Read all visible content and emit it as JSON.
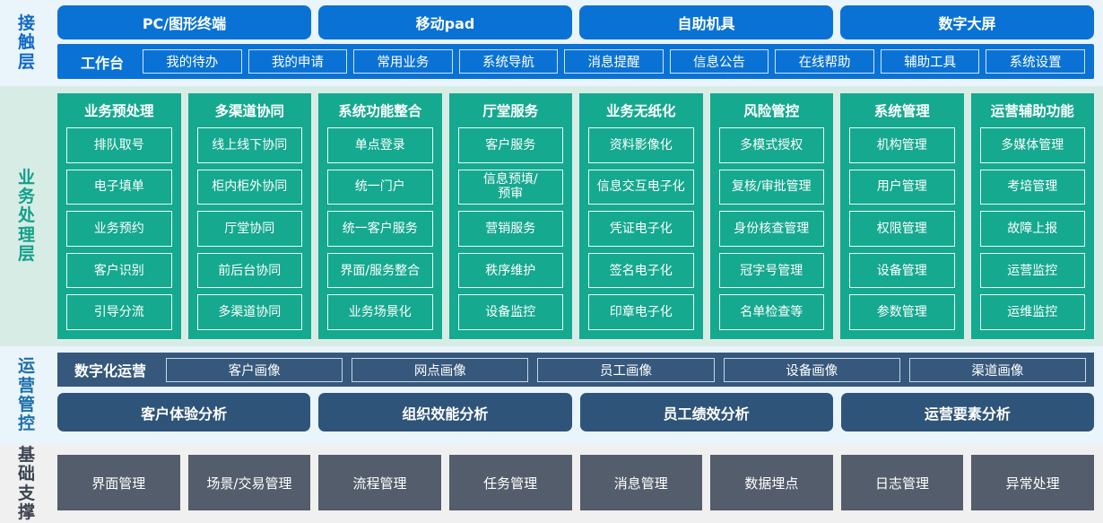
{
  "layers": {
    "contact": {
      "label": "接触层",
      "label_color": "#1068c4",
      "channels": [
        "PC/图形终端",
        "移动pad",
        "自助机具",
        "数字大屏"
      ],
      "nav_title": "工作台",
      "nav_items": [
        "我的待办",
        "我的申请",
        "常用业务",
        "系统导航",
        "消息提醒",
        "信息公告",
        "在线帮助",
        "辅助工具",
        "系统设置"
      ]
    },
    "business": {
      "label": "业务处理层",
      "label_color": "#11a08a",
      "block_color": "#15a98f",
      "columns": [
        {
          "title": "业务预处理",
          "items": [
            "排队取号",
            "电子填单",
            "业务预约",
            "客户识别",
            "引导分流"
          ]
        },
        {
          "title": "多渠道协同",
          "items": [
            "线上线下协同",
            "柜内柜外协同",
            "厅堂协同",
            "前后台协同",
            "多渠道协同"
          ]
        },
        {
          "title": "系统功能整合",
          "items": [
            "单点登录",
            "统一门户",
            "统一客户服务",
            "界面/服务整合",
            "业务场景化"
          ]
        },
        {
          "title": "厅堂服务",
          "items": [
            "客户服务",
            "信息预填/\n预审",
            "营销服务",
            "秩序维护",
            "设备监控"
          ]
        },
        {
          "title": "业务无纸化",
          "items": [
            "资料影像化",
            "信息交互电子化",
            "凭证电子化",
            "签名电子化",
            "印章电子化"
          ]
        },
        {
          "title": "风险管控",
          "items": [
            "多模式授权",
            "复核/审批管理",
            "身份核查管理",
            "冠字号管理",
            "名单检查等"
          ]
        },
        {
          "title": "系统管理",
          "items": [
            "机构管理",
            "用户管理",
            "权限管理",
            "设备管理",
            "参数管理"
          ]
        },
        {
          "title": "运营辅助功能",
          "items": [
            "多媒体管理",
            "考培管理",
            "故障上报",
            "运营监控",
            "运维监控"
          ]
        }
      ]
    },
    "operations": {
      "label": "运营管控",
      "label_color": "#1c6fa8",
      "ops_title": "数字化运营",
      "ops_items": [
        "客户画像",
        "网点画像",
        "员工画像",
        "设备画像",
        "渠道画像"
      ],
      "analysis": [
        "客户体验分析",
        "组织效能分析",
        "员工绩效分析",
        "运营要素分析"
      ]
    },
    "foundation": {
      "label": "基础支撑",
      "label_color": "#3b4450",
      "items": [
        "界面管理",
        "场景/交易管理",
        "流程管理",
        "任务管理",
        "消息管理",
        "数据埋点",
        "日志管理",
        "异常处理"
      ]
    }
  },
  "colors": {
    "contact_accent": "#0a72d4",
    "business_accent": "#15a98f",
    "operations_accent": "#36587c",
    "foundation_accent": "#545d6b"
  }
}
